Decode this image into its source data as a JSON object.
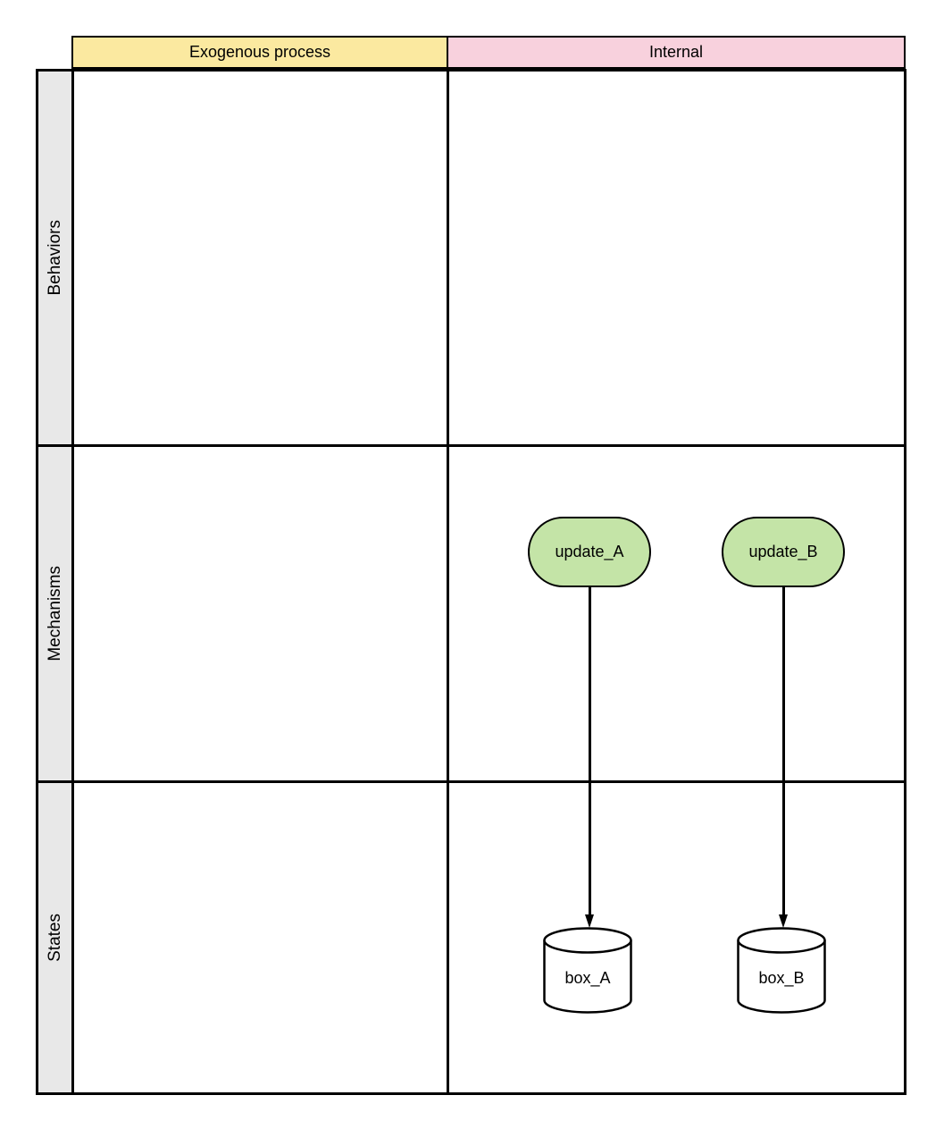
{
  "grid": {
    "column_headers": [
      {
        "label": "Exogenous process",
        "bg": "#FBE9A0"
      },
      {
        "label": "Internal",
        "bg": "#F8D1DD"
      }
    ],
    "row_headers": [
      {
        "label": "Behaviors",
        "bg": "#E8E8E8"
      },
      {
        "label": "Mechanisms",
        "bg": "#E8E8E8"
      },
      {
        "label": "States",
        "bg": "#E8E8E8"
      }
    ]
  },
  "nodes": {
    "update_a": {
      "label": "update_A",
      "shape": "terminator-pill",
      "fill": "#C4E4A7",
      "row": "Mechanisms",
      "column": "Internal"
    },
    "update_b": {
      "label": "update_B",
      "shape": "terminator-pill",
      "fill": "#C4E4A7",
      "row": "Mechanisms",
      "column": "Internal"
    },
    "box_a": {
      "label": "box_A",
      "shape": "cylinder",
      "fill": "#FFFFFF",
      "row": "States",
      "column": "Internal"
    },
    "box_b": {
      "label": "box_B",
      "shape": "cylinder",
      "fill": "#FFFFFF",
      "row": "States",
      "column": "Internal"
    }
  },
  "edges": [
    {
      "from": "update_A",
      "to": "box_A",
      "style": "solid",
      "arrow": "filled-triangle-down"
    },
    {
      "from": "update_B",
      "to": "box_B",
      "style": "solid",
      "arrow": "filled-triangle-down"
    }
  ],
  "colors": {
    "border": "#000000",
    "background": "#FFFFFF",
    "header_yellow": "#FBE9A0",
    "header_pink": "#F8D1DD",
    "row_label_gray": "#E8E8E8",
    "node_green": "#C4E4A7"
  }
}
